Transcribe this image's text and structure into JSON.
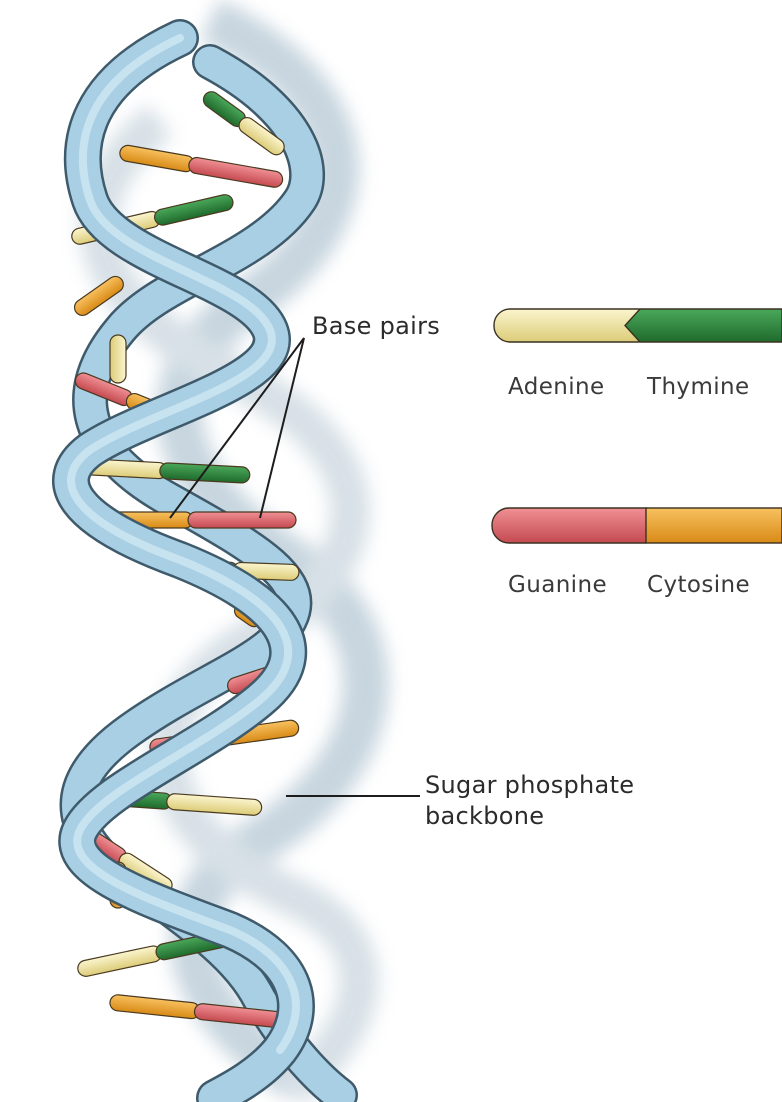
{
  "labels": {
    "base_pairs": "Base pairs",
    "sugar_phosphate_line1": "Sugar phosphate",
    "sugar_phosphate_line2": "backbone"
  },
  "key": {
    "adenine": "Adenine",
    "thymine": "Thymine",
    "guanine": "Guanine",
    "cytosine": "Cytosine"
  },
  "colors": {
    "adenine": "#f1e6a3",
    "thymine": "#2f8a3e",
    "guanine": "#de6b6f",
    "cytosine": "#eda431",
    "backbone": "#a9cfe4",
    "backbone_edge": "#3e5a6b"
  }
}
